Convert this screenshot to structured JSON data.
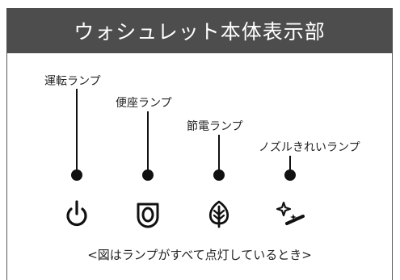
{
  "header": {
    "title": "ウォシュレット本体表示部"
  },
  "lamps": [
    {
      "label": "運転ランプ",
      "icon": "power-icon"
    },
    {
      "label": "便座ランプ",
      "icon": "seat-icon"
    },
    {
      "label": "節電ランプ",
      "icon": "leaf-icon"
    },
    {
      "label": "ノズルきれいランプ",
      "icon": "nozzle-clean-icon"
    }
  ],
  "caption": "<図はランプがすべて点灯しているとき>",
  "colors": {
    "header_bg": "#4d4d4d",
    "header_text": "#ffffff",
    "line": "#111111"
  }
}
